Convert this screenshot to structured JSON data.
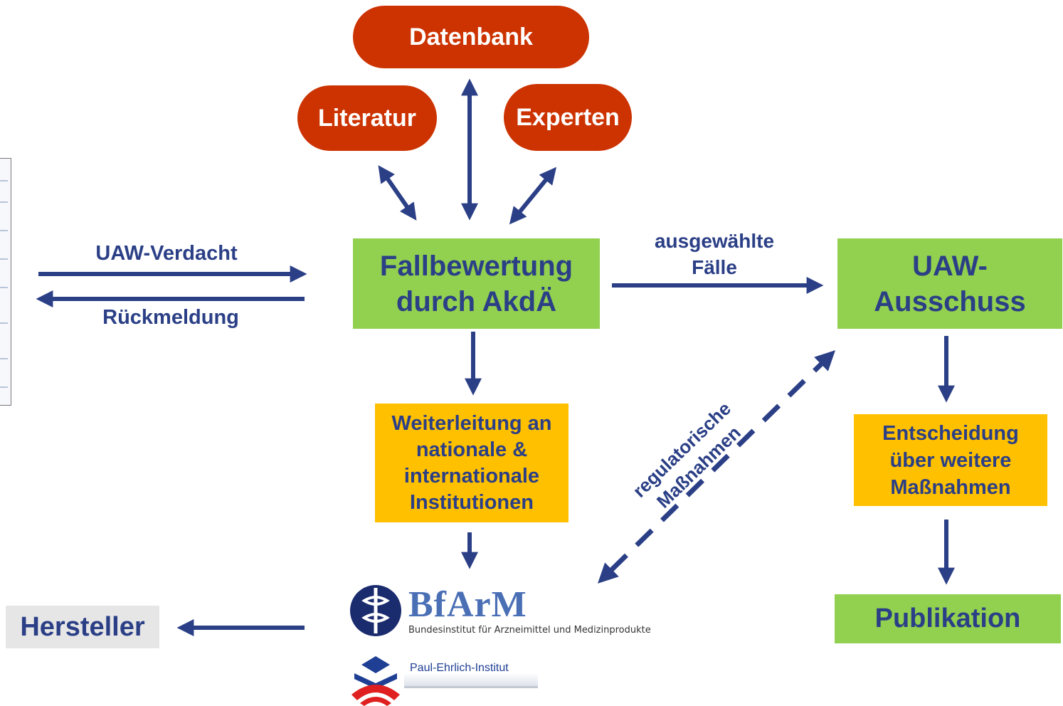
{
  "nodes": {
    "datenbank": "Datenbank",
    "literatur": "Literatur",
    "experten": "Experten",
    "fallbewertung": "Fallbewertung\ndurch AkdÄ",
    "uaw_ausschuss": "UAW-\nAusschuss",
    "weiterleitung": "Weiterleitung an\nnationale &\ninternationale\nInstitutionen",
    "entscheidung": "Entscheidung\nüber weitere\nMaßnahmen",
    "publikation": "Publikation",
    "hersteller": "Hersteller"
  },
  "edge_labels": {
    "uaw_verdacht": "UAW-Verdacht",
    "rueckmeldung": "Rückmeldung",
    "ausgewaehlte_faelle": "ausgewählte\nFälle",
    "regulatorische_massnahmen": "regulatorische\nMaßnahmen"
  },
  "logos": {
    "bfarm_name": "BfArM",
    "bfarm_subtitle": "Bundesinstitut für Arzneimittel und Medizinprodukte",
    "pei_name": "Paul-Ehrlich-Institut"
  },
  "colors": {
    "red_node": "#cc3300",
    "green_node": "#92d050",
    "orange_node": "#ffc000",
    "arrow": "#2b3f86",
    "text": "#2b3f86"
  }
}
